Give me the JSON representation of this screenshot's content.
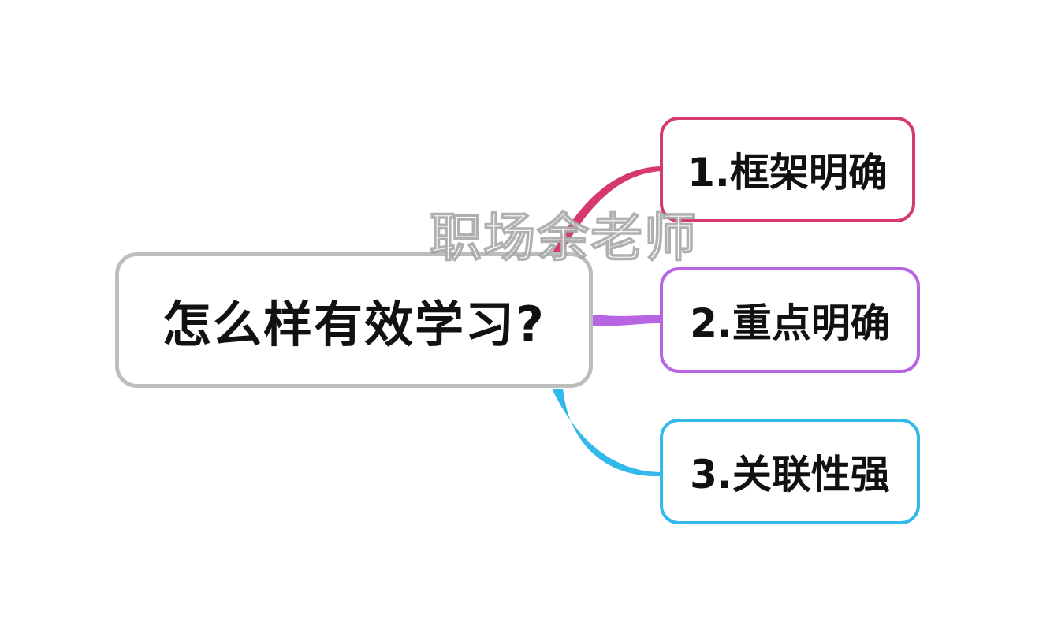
{
  "root": {
    "label": "怎么样有效学习?",
    "border_color": "#bdbdbd"
  },
  "branches": [
    {
      "label": "1.框架明确",
      "color": "#d63a6c"
    },
    {
      "label": "2.重点明确",
      "color": "#b865e4"
    },
    {
      "label": "3.关联性强",
      "color": "#31b9ec"
    }
  ],
  "watermark": {
    "text": "职场余老师"
  }
}
